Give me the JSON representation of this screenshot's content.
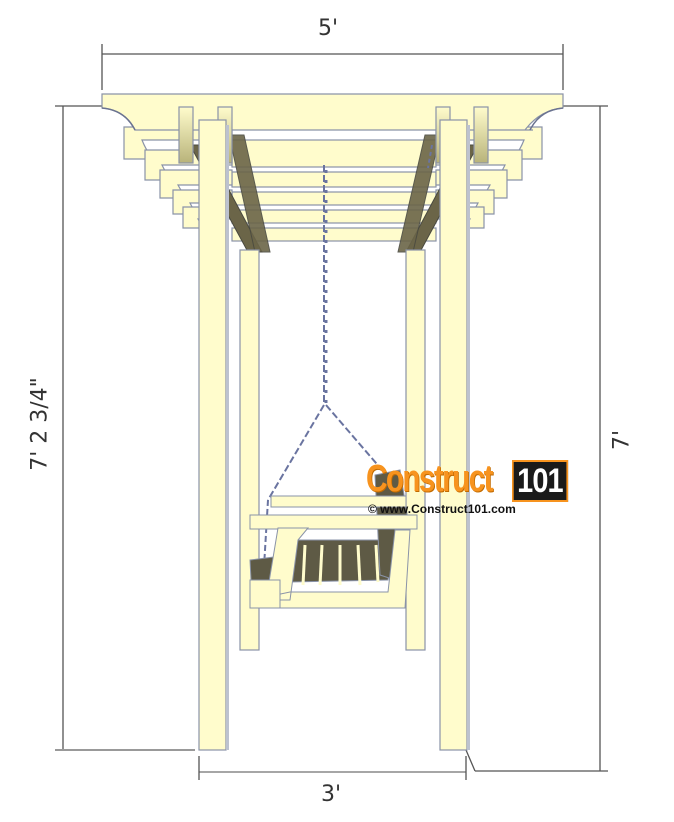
{
  "diagram": {
    "subject": "Arbor with porch swing - front elevation",
    "colors": {
      "wood": "#fffccc",
      "wood_shadow": "#6b6548",
      "outline": "#8a93a8",
      "chain": "#6a74a0",
      "dimension_line": "#555555",
      "brand_orange": "#f7931e"
    }
  },
  "dimensions": {
    "top_width": "5'",
    "bottom_width": "3'",
    "left_height": "7' 2 3/4\"",
    "right_height": "7'"
  },
  "watermark": {
    "brand_word": "Construct",
    "brand_number": "101",
    "url": "© www.Construct101.com"
  }
}
